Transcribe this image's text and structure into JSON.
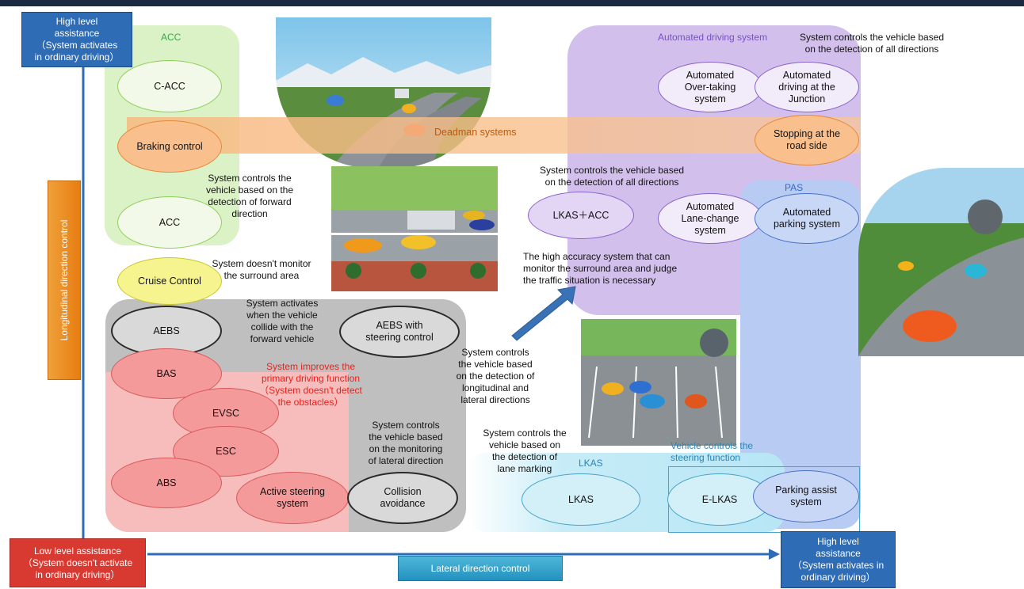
{
  "axes": {
    "top_high": "High level\nassistance\n（System activates\nin ordinary driving）",
    "bottom_low": "Low level assistance\n（System doesn't activate\nin ordinary driving）",
    "right_high": "High level\nassistance\n（System activates in\nordinary driving）",
    "vertical_label": "Longitudinal direction control",
    "horizontal_label": "Lateral direction control"
  },
  "groups": {
    "acc": "ACC",
    "automated": "Automated driving system",
    "pas": "PAS",
    "lkas": "LKAS",
    "deadman": "Deadman systems"
  },
  "systems": {
    "cacc": "C-ACC",
    "braking": "Braking control",
    "acc": "ACC",
    "cruise": "Cruise Control",
    "aebs": "AEBS",
    "aebs_steer": "AEBS with\nsteering control",
    "bas": "BAS",
    "evsc": "EVSC",
    "esc": "ESC",
    "abs": "ABS",
    "active_steer": "Active steering\nsystem",
    "collision": "Collision\navoidance",
    "lkas_acc": "LKAS＋ACC",
    "overtaking": "Automated\nOver-taking\nsystem",
    "junction": "Automated\ndriving at the\nJunction",
    "roadside": "Stopping at the\nroad side",
    "lanechange": "Automated\nLane-change\nsystem",
    "parking_auto": "Automated\nparking system",
    "lkas": "LKAS",
    "elkas": "E-LKAS",
    "parking_assist": "Parking assist\nsystem"
  },
  "notes": {
    "all_dir_top": "System controls the vehicle based\non the detection of all directions",
    "forward": "System controls the\nvehicle based on the\ndetection of forward\ndirection",
    "no_monitor": "System doesn't monitor\nthe surround area",
    "collide": "System activates\nwhen the vehicle\ncollide with the\nforward vehicle",
    "primary": "System improves the\nprimary driving function\n（System doesn't detect\nthe obstacles）",
    "lateral": "System controls\nthe vehicle based\non the monitoring\nof lateral direction",
    "long_lat": "System controls\nthe vehicle based\non the detection of\nlongitudinal and\nlateral directions",
    "all_dir_mid": "System controls the vehicle based\non the detection of all directions",
    "high_acc": "The high accuracy system that can\nmonitor the surround area and judge\nthe traffic situation is necessary",
    "lane_mark": "System controls the\nvehicle based on\nthe detection of\nlane marking",
    "steering": "Vehicle controls the\nsteering function"
  },
  "colors": {
    "axis_blue": "#2e6cb5",
    "low_red": "#d83a32",
    "orange_axis": "#e9851f",
    "teal_axis": "#2fa4cc",
    "acc_green": "#d9f0c4",
    "auto_purple": "#cdb9ea",
    "pas_blue": "#b3c7f2",
    "lkas_cyan": "#bfe8f5",
    "grey_region": "#bdbdbd",
    "pink_region": "#f6b9b9",
    "deadman_orange": "#f8c190",
    "primary_red": "#e8221c",
    "group_label": "#3aa848",
    "auto_label": "#7a4fc7"
  }
}
